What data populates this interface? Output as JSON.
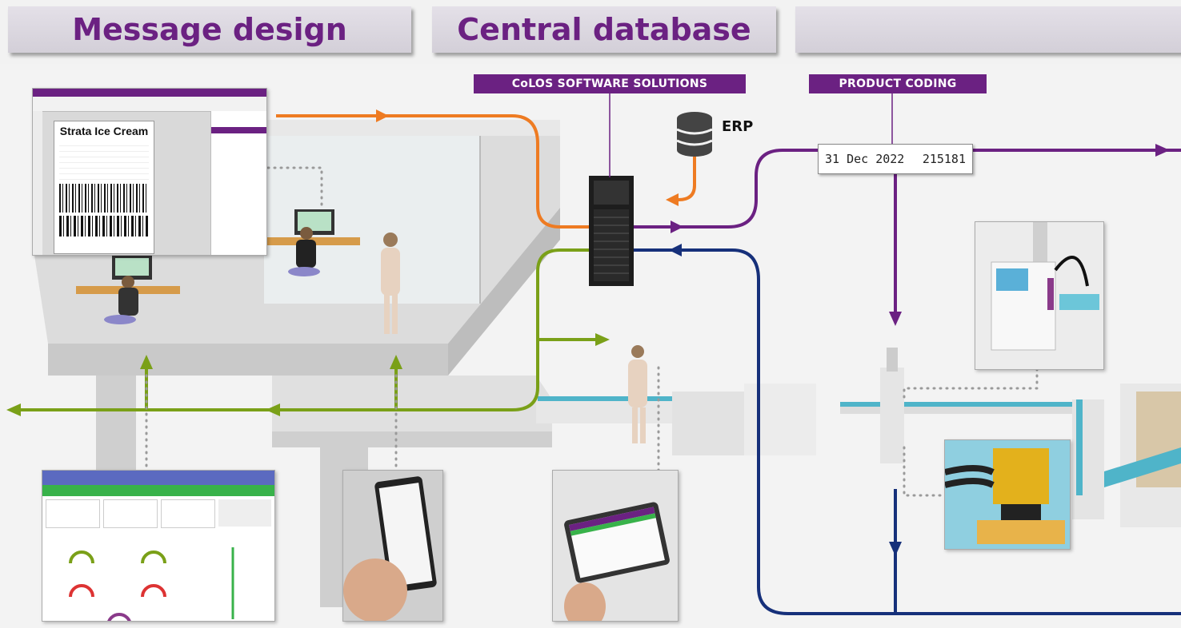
{
  "headers": {
    "message_design": "Message design",
    "central_database": "Central database",
    "third": ""
  },
  "tags": {
    "colos": "CoLOS SOFTWARE SOLUTIONS",
    "product_coding": "PRODUCT CODING"
  },
  "erp": "ERP",
  "product_code": {
    "date": "31 Dec 2022",
    "batch": "215181"
  },
  "label_preview": {
    "title": "Strata Ice Cream"
  },
  "colors": {
    "purple": "#6b2182",
    "orange": "#ee7b22",
    "green": "#7aa018",
    "navy": "#16307a",
    "dotted": "#9a9a9a"
  }
}
